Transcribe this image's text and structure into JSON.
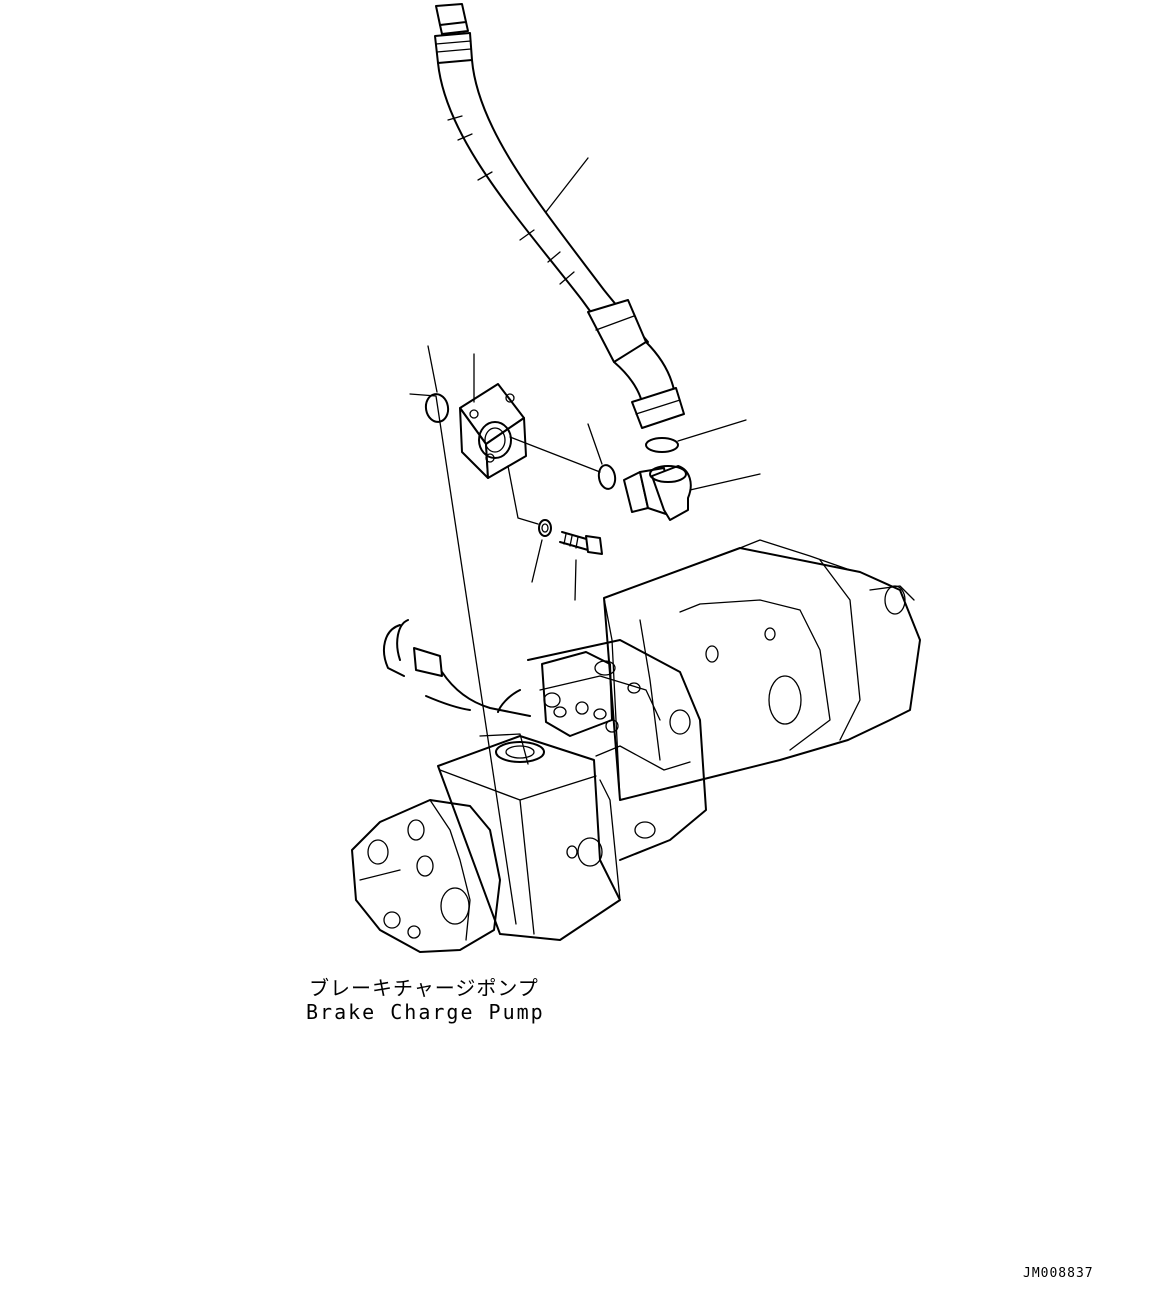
{
  "diagram": {
    "drawing_id": "JM008837",
    "caption": {
      "japanese": "ブレーキチャージポンプ",
      "english": "Brake Charge Pump"
    },
    "parts": [
      {
        "name": "hose"
      },
      {
        "name": "o-ring-left"
      },
      {
        "name": "flange"
      },
      {
        "name": "o-ring-small"
      },
      {
        "name": "o-ring-right"
      },
      {
        "name": "elbow-fitting"
      },
      {
        "name": "washer"
      },
      {
        "name": "bolt"
      }
    ]
  }
}
